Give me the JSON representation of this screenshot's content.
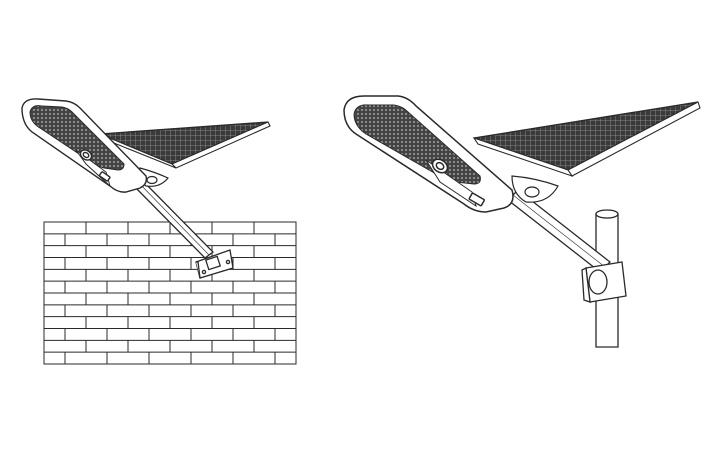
{
  "figure": {
    "background": "#ffffff",
    "line_color": "#2a2a2a",
    "panel_fill": "#3c3c3c",
    "panels": [
      {
        "id": "wall-mount",
        "mount": "brick-wall"
      },
      {
        "id": "pole-mount",
        "mount": "vertical-pole"
      }
    ],
    "wall": {
      "rows": 12,
      "bricks_per_row": 6
    }
  }
}
